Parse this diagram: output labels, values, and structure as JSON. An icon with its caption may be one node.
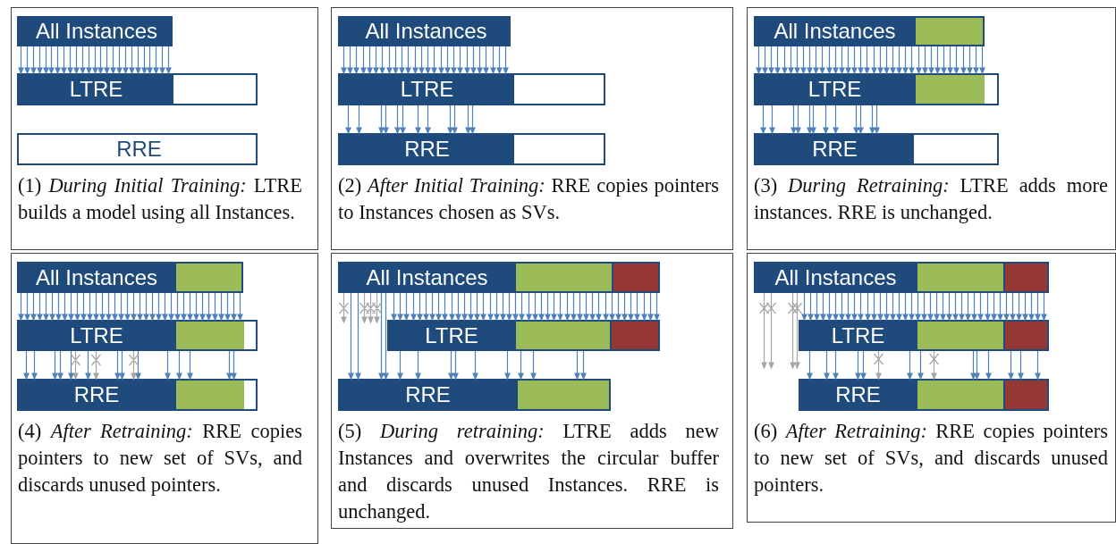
{
  "diagram": {
    "nodes": [
      {
        "text": [
          "(1) *During Initial Training:* LTRE builds a model using all Instances."
        ]
      },
      {
        "text": [
          "All Instances"
        ],
        "in": 0
      },
      {
        "text": [
          "LTRE"
        ],
        "in": 0
      },
      {
        "text": [
          "RRE"
        ],
        "in": 0
      },
      {
        "text": [
          "(2) *After Initial Training:* RRE copies pointers to Instances chosen as SVs."
        ]
      },
      {
        "text": [
          "All Instances"
        ],
        "in": 4
      },
      {
        "text": [
          "LTRE"
        ],
        "in": 4
      },
      {
        "text": [
          "RRE"
        ],
        "in": 4
      },
      {
        "text": [
          "(3) *During Retraining:* LTRE adds more instances. RRE is unchanged."
        ]
      },
      {
        "text": [
          "All Instances"
        ],
        "in": 8
      },
      {
        "text": [
          "LTRE"
        ],
        "in": 8
      },
      {
        "text": [
          "RRE"
        ],
        "in": 8
      },
      {
        "text": [
          "(4) *After Retraining:* RRE copies pointers to new set of SVs, and discards unused pointers."
        ]
      },
      {
        "text": [
          "All Instances"
        ],
        "in": 12
      },
      {
        "text": [
          "LTRE"
        ],
        "in": 12
      },
      {
        "text": [
          "RRE"
        ],
        "in": 12
      },
      {
        "text": [
          "(5) *During retraining:* LTRE adds new Instances and overwrites the circular buffer and discards unused Instances. RRE is unchanged."
        ]
      },
      {
        "text": [
          "All Instances"
        ],
        "in": 16
      },
      {
        "text": [
          "LTRE"
        ],
        "in": 16
      },
      {
        "text": [
          "RRE"
        ],
        "in": 16
      },
      {
        "text": [
          "(6) *After Retraining:* RRE copies pointers to new set of SVs, and discards unused pointers."
        ]
      },
      {
        "text": [
          "All Instances"
        ],
        "in": 20
      },
      {
        "text": [
          "LTRE"
        ],
        "in": 20
      },
      {
        "text": [
          "RRE"
        ],
        "in": 20
      }
    ],
    "edges": [
      {
        "from": 1,
        "to": 2,
        "arrow": "to"
      },
      {
        "from": 5,
        "to": 6,
        "arrow": "to"
      },
      {
        "from": 6,
        "to": 7,
        "arrow": "to"
      },
      {
        "from": 9,
        "to": 10,
        "arrow": "to"
      },
      {
        "from": 10,
        "to": 11,
        "arrow": "to"
      },
      {
        "from": 13,
        "to": 14,
        "arrow": "to"
      },
      {
        "from": 14,
        "to": 15,
        "arrow": "to"
      },
      {
        "from": 14,
        "to": 15,
        "arrow": "to",
        "color": "#a6a6a6"
      },
      {
        "from": 17,
        "to": 18,
        "arrow": "to"
      },
      {
        "from": 17,
        "to": 19,
        "arrow": "to"
      },
      {
        "from": 17,
        "to": null,
        "arrow": "to",
        "color": "#a6a6a6"
      },
      {
        "from": 18,
        "to": 19,
        "arrow": "to"
      },
      {
        "from": 21,
        "to": 22,
        "arrow": "to"
      },
      {
        "from": 21,
        "to": null,
        "arrow": "to",
        "color": "#a6a6a6"
      },
      {
        "from": 22,
        "to": 23,
        "arrow": "to"
      },
      {
        "from": 22,
        "to": 23,
        "arrow": "to",
        "color": "#a6a6a6"
      }
    ]
  }
}
